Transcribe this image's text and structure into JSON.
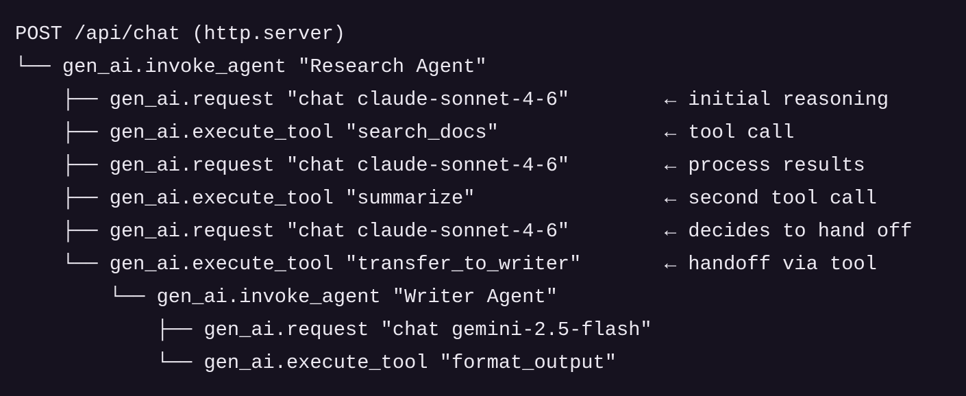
{
  "lines": [
    {
      "prefix": "",
      "text": "POST /api/chat (http.server)",
      "comment": ""
    },
    {
      "prefix": "└── ",
      "text": "gen_ai.invoke_agent \"Research Agent\"",
      "comment": ""
    },
    {
      "prefix": "    ├── ",
      "text": "gen_ai.request \"chat claude-sonnet-4-6\"",
      "comment": "← initial reasoning"
    },
    {
      "prefix": "    ├── ",
      "text": "gen_ai.execute_tool \"search_docs\"",
      "comment": "← tool call"
    },
    {
      "prefix": "    ├── ",
      "text": "gen_ai.request \"chat claude-sonnet-4-6\"",
      "comment": "← process results"
    },
    {
      "prefix": "    ├── ",
      "text": "gen_ai.execute_tool \"summarize\"",
      "comment": "← second tool call"
    },
    {
      "prefix": "    ├── ",
      "text": "gen_ai.request \"chat claude-sonnet-4-6\"",
      "comment": "← decides to hand off"
    },
    {
      "prefix": "    └── ",
      "text": "gen_ai.execute_tool \"transfer_to_writer\"",
      "comment": "← handoff via tool"
    },
    {
      "prefix": "        └── ",
      "text": "gen_ai.invoke_agent \"Writer Agent\"",
      "comment": ""
    },
    {
      "prefix": "            ├── ",
      "text": "gen_ai.request \"chat gemini-2.5-flash\"",
      "comment": ""
    },
    {
      "prefix": "            └── ",
      "text": "gen_ai.execute_tool \"format_output\"",
      "comment": ""
    }
  ]
}
